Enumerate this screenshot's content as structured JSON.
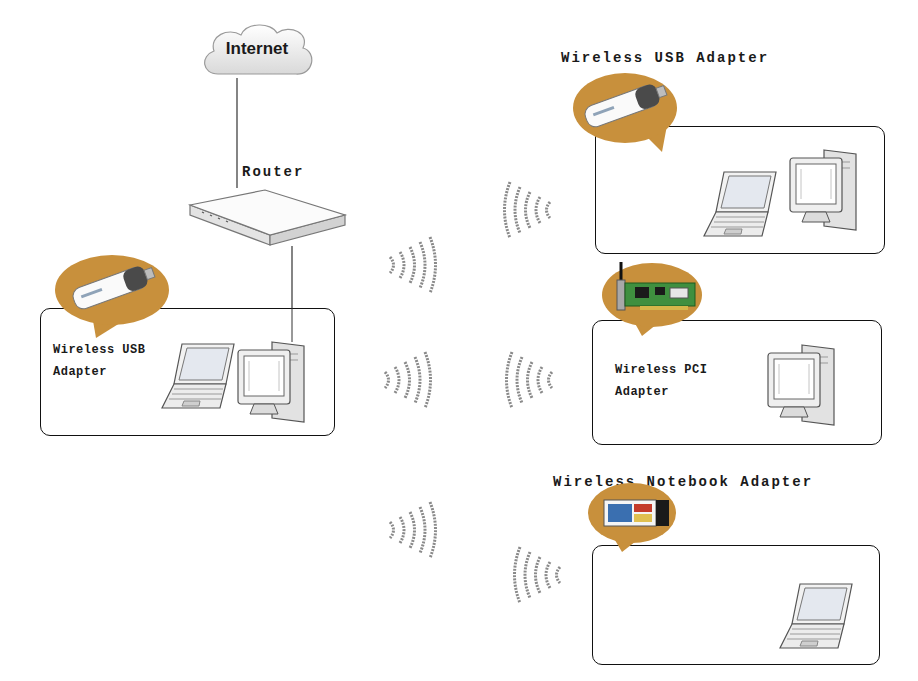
{
  "diagram": {
    "nodes": [
      {
        "text": [
          "Internet"
        ]
      },
      {
        "text": [
          "Router"
        ]
      },
      {
        "text": [
          "Wireless USB Adapter"
        ]
      },
      {
        "text": [
          "Wireless USB Adapter"
        ]
      },
      {
        "text": [
          "Wireless PCI Adapter"
        ]
      },
      {
        "text": [
          "Wireless Notebook Adapter"
        ]
      }
    ],
    "edges": [
      {
        "from": 0,
        "to": 1,
        "arrow": "none"
      },
      {
        "from": 1,
        "to": 3,
        "arrow": "none"
      }
    ]
  }
}
